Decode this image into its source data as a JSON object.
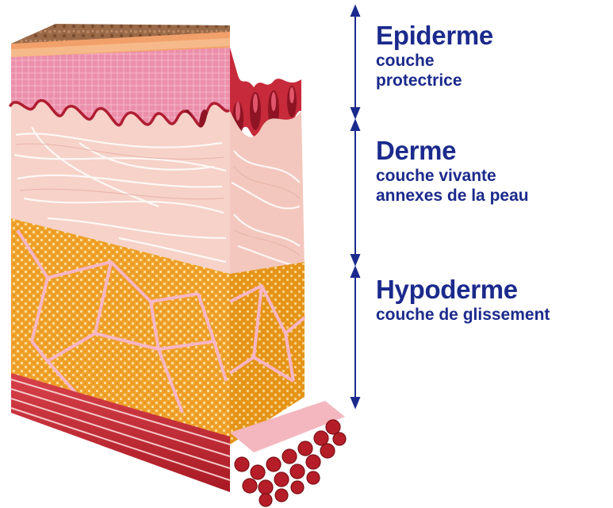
{
  "layers": [
    {
      "id": "epiderme",
      "title": "Epiderme",
      "description": [
        "couche",
        "protectrice"
      ]
    },
    {
      "id": "derme",
      "title": "Derme",
      "description": [
        "couche vivante",
        "annexes de la peau"
      ]
    },
    {
      "id": "hypoderme",
      "title": "Hypoderme",
      "description": [
        "couche de glissement"
      ]
    }
  ],
  "colors": {
    "label_text": "#1b2a8c",
    "arrow": "#1b2a8c",
    "skin_surface": "#8a5a3c",
    "epidermis": "#e98aa6",
    "papillae": "#b01e32",
    "dermis": "#f6d3cc",
    "dermis_fibers": "#ffffff",
    "hypodermis_fat": "#f1a528",
    "hypodermis_septa": "#f6b6c6",
    "muscle": "#c4262d"
  }
}
